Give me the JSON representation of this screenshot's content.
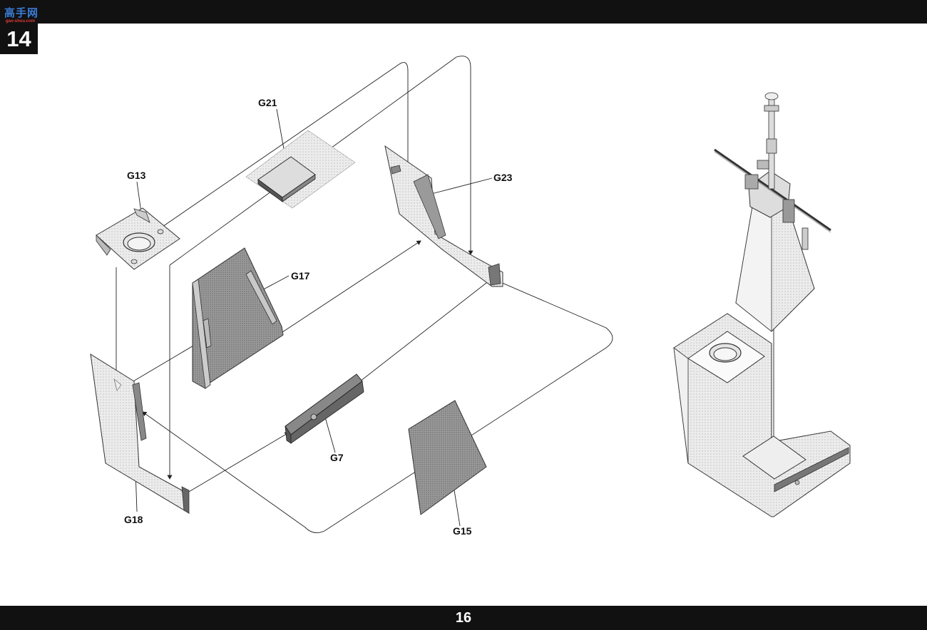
{
  "header": {
    "logo_text": "高手网",
    "logo_sub": "gao-shou.com",
    "step_number": "14"
  },
  "parts": {
    "g21": "G21",
    "g13": "G13",
    "g23": "G23",
    "g17": "G17",
    "g7": "G7",
    "g18": "G18",
    "g15": "G15"
  },
  "footer": {
    "page_number": "16"
  }
}
